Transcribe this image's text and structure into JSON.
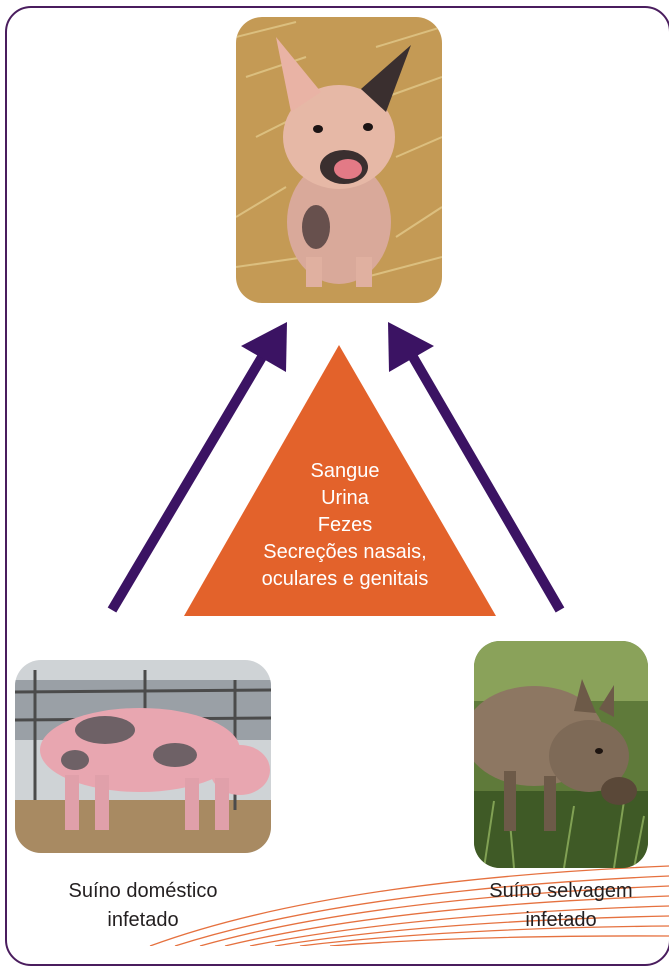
{
  "triangle": {
    "items": [
      "Sangue",
      "Urina",
      "Fezes",
      "Secreções nasais,",
      "oculares e genitais"
    ],
    "color": "#e3622b"
  },
  "captions": {
    "left_line1": "Suíno doméstico",
    "left_line2": "infetado",
    "right_line1": "Suíno selvagem",
    "right_line2": "infetado"
  },
  "colors": {
    "arrow": "#3b1363",
    "frame": "#4a1d5e",
    "decor_lines": "#e3622b"
  },
  "photos": {
    "top": "piglet-photo",
    "left": "domestic-pig-photo",
    "right": "wild-boar-photo"
  }
}
